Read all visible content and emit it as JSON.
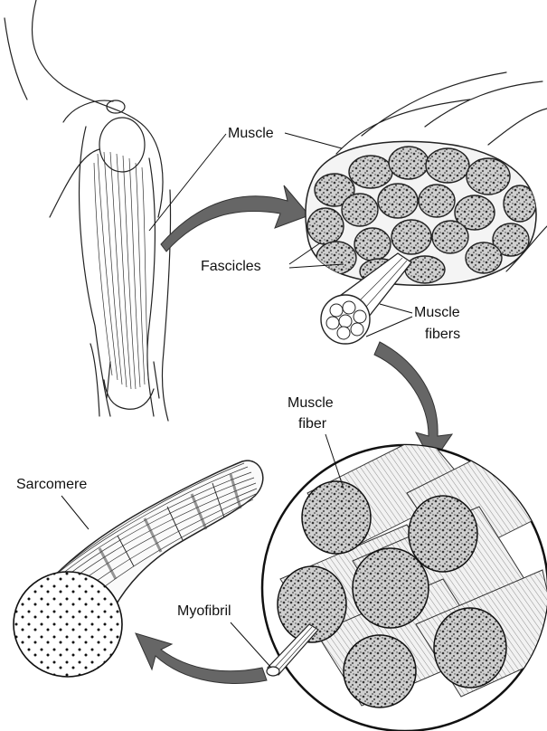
{
  "labels": {
    "muscle": "Muscle",
    "fascicles": "Fascicles",
    "muscle_fibers_line1": "Muscle",
    "muscle_fibers_line2": "fibers",
    "muscle_fiber_line1": "Muscle",
    "muscle_fiber_line2": "fiber",
    "sarcomere": "Sarcomere",
    "myofibril": "Myofibril"
  },
  "colors": {
    "ink": "#222222",
    "arrow": "#666666",
    "background": "#ffffff"
  }
}
